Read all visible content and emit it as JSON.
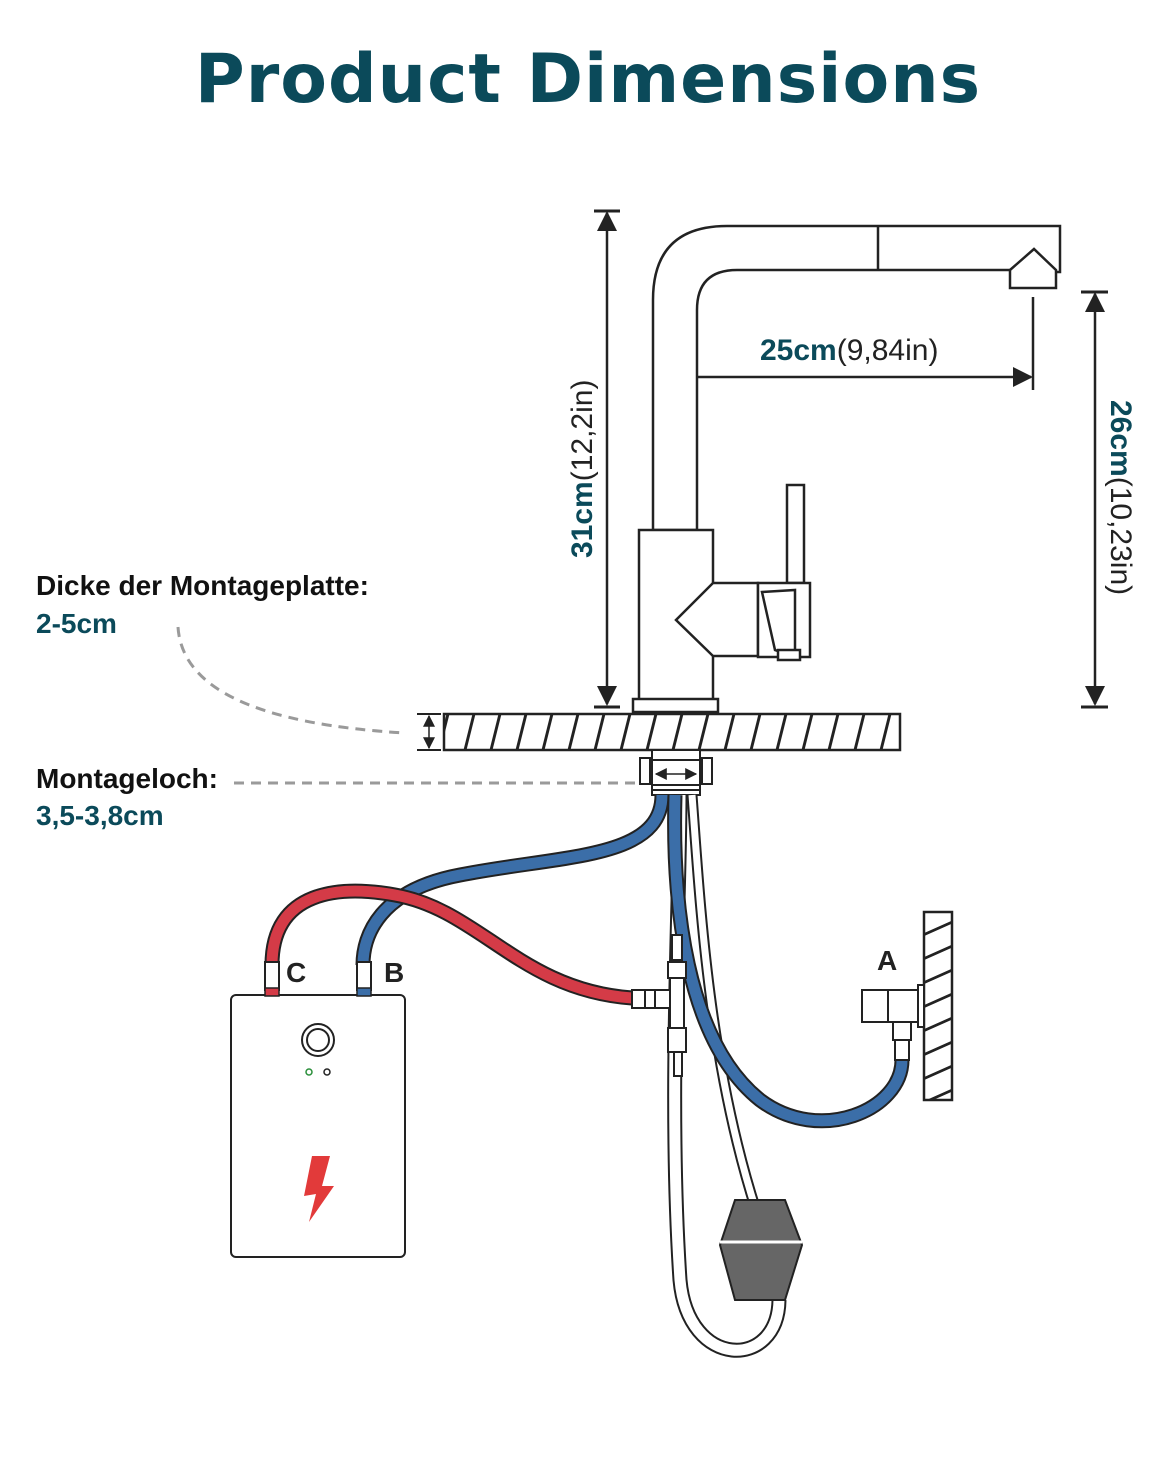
{
  "title": "Product Dimensions",
  "colors": {
    "title": "#0b4a5a",
    "accent": "#0b4a5a",
    "line": "#222222",
    "hose_hot": "#d43b47",
    "hose_cold": "#3b6ea8",
    "dash": "#9a9a9a",
    "lightning": "#e23a3a",
    "weight": "#666666"
  },
  "dimensions": {
    "height": {
      "value": "31cm",
      "unit": "(12,2in)"
    },
    "reach": {
      "value": "25cm",
      "unit": "(9,84in)"
    },
    "spout_height": {
      "value": "26cm",
      "unit": "(10,23in)"
    }
  },
  "labels": {
    "plate_thickness": {
      "label": "Dicke der Montageplatte:",
      "value": "2-5cm"
    },
    "mounting_hole": {
      "label": "Montageloch:",
      "value": "3,5-3,8cm"
    }
  },
  "connections": {
    "a": "A",
    "b": "B",
    "c": "C"
  },
  "icons": {
    "boiler": "water-heater-icon",
    "lightning": "lightning-bolt-icon",
    "valve": "angle-valve-icon",
    "weight": "hose-weight-icon"
  }
}
